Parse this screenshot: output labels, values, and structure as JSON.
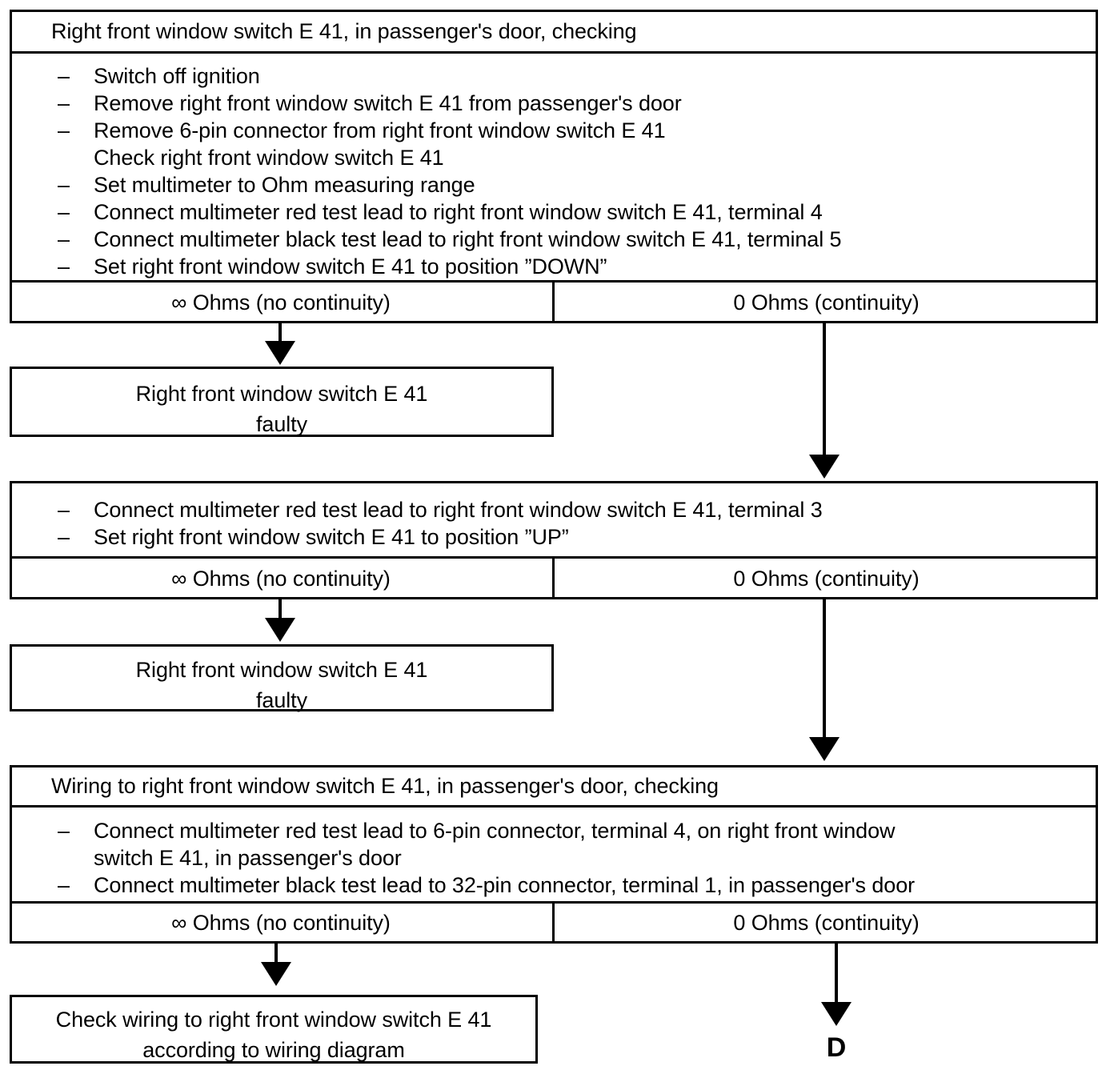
{
  "diagram": {
    "title": "Right front window switch E 41, in passenger's door, checking",
    "blocks": [
      {
        "id": "block1",
        "header": "Right front window switch E 41, in passenger's  door, checking",
        "steps": [
          "Switch off ignition",
          "Remove right front window switch E 41 from passenger's door",
          "Remove 6-pin connector from right front window switch E 41",
          "Check right front window switch E 41",
          "Set multimeter to Ohm measuring range",
          "Connect multimeter red test lead to right front window switch E 41, terminal 4",
          "Connect multimeter black test lead to right front window switch E 41, terminal 5",
          "Set right front window switch E 41 to position ”DOWN”"
        ],
        "step_has_dash": [
          true,
          true,
          true,
          false,
          true,
          true,
          true,
          true
        ],
        "results": {
          "left": "∞ Ohms (no continuity)",
          "right": "0 Ohms (continuity)"
        }
      },
      {
        "id": "block2",
        "header": null,
        "steps": [
          "Connect multimeter red test lead to right front window switch E 41, terminal 3",
          "Set right front window switch E 41 to position ”UP”"
        ],
        "step_has_dash": [
          true,
          true
        ],
        "results": {
          "left": "∞ Ohms (no continuity)",
          "right": "0 Ohms (continuity)"
        }
      },
      {
        "id": "block3",
        "header": "Wiring to right front window switch E 41, in passenger's door, checking",
        "steps": [
          "Connect multimeter red test lead to 6-pin connector,  terminal 4, on right front window",
          "switch E 41, in passenger's door",
          "Connect multimeter black test lead to 32-pin connector, terminal 1, in passenger's door"
        ],
        "step_has_dash": [
          true,
          false,
          true
        ],
        "results": {
          "left": "∞ Ohms (no continuity)",
          "right": "0 Ohms (continuity)"
        }
      }
    ],
    "outcomes": [
      {
        "id": "fault1",
        "line1": "Right front window switch E 41",
        "line2": "faulty"
      },
      {
        "id": "fault2",
        "line1": "Right front window switch E 41",
        "line2": "faulty"
      },
      {
        "id": "check-wiring",
        "line1": "Check wiring to right front window switch E 41",
        "line2": "according to wiring diagram"
      }
    ],
    "connector": {
      "label": "D"
    },
    "colors": {
      "line": "#000000",
      "background": "#ffffff",
      "text": "#000000"
    }
  }
}
